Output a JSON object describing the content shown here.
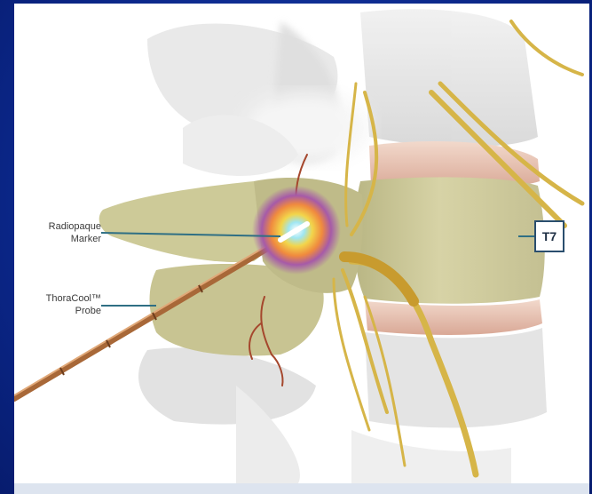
{
  "diagram": {
    "labels": {
      "marker": "Radiopaque\nMarker",
      "probe": "ThoraCool™\nProbe",
      "level": "T7"
    },
    "colors": {
      "frame": "#0b2a8c",
      "bone": "#ccc99a",
      "disc": "#e9c6b4",
      "nerve": "#d9b64a",
      "probe": "#c98a55",
      "callout_line": "#2f6f84"
    }
  }
}
